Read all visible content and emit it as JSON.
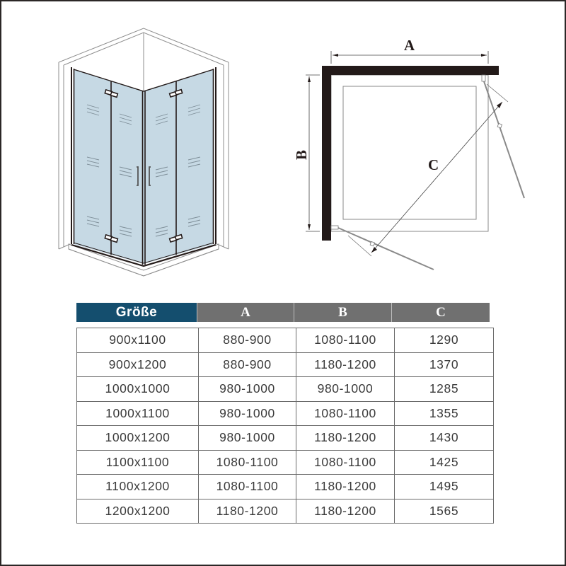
{
  "colors": {
    "size_header_bg": "#144e6e",
    "dim_header_bg": "#707070",
    "glass": "#c6d9e4",
    "frame_black": "#231a19",
    "wall_line": "#8a8a8a"
  },
  "illustration": {
    "name": "corner-shower-enclosure-bifold-doors",
    "panels": 4,
    "handles": 2,
    "hinges": 4
  },
  "diagram": {
    "label_a": "A",
    "label_b": "B",
    "label_c": "C"
  },
  "spec_table": {
    "headers": {
      "size": "Größe",
      "a": "A",
      "b": "B",
      "c": "C"
    },
    "rows": [
      {
        "size": "900x1100",
        "a": "880-900",
        "b": "1080-1100",
        "c": "1290"
      },
      {
        "size": "900x1200",
        "a": "880-900",
        "b": "1180-1200",
        "c": "1370"
      },
      {
        "size": "1000x1000",
        "a": "980-1000",
        "b": "980-1000",
        "c": "1285"
      },
      {
        "size": "1000x1100",
        "a": "980-1000",
        "b": "1080-1100",
        "c": "1355"
      },
      {
        "size": "1000x1200",
        "a": "980-1000",
        "b": "1180-1200",
        "c": "1430"
      },
      {
        "size": "1100x1100",
        "a": "1080-1100",
        "b": "1080-1100",
        "c": "1425"
      },
      {
        "size": "1100x1200",
        "a": "1080-1100",
        "b": "1180-1200",
        "c": "1495"
      },
      {
        "size": "1200x1200",
        "a": "1180-1200",
        "b": "1180-1200",
        "c": "1565"
      }
    ]
  }
}
